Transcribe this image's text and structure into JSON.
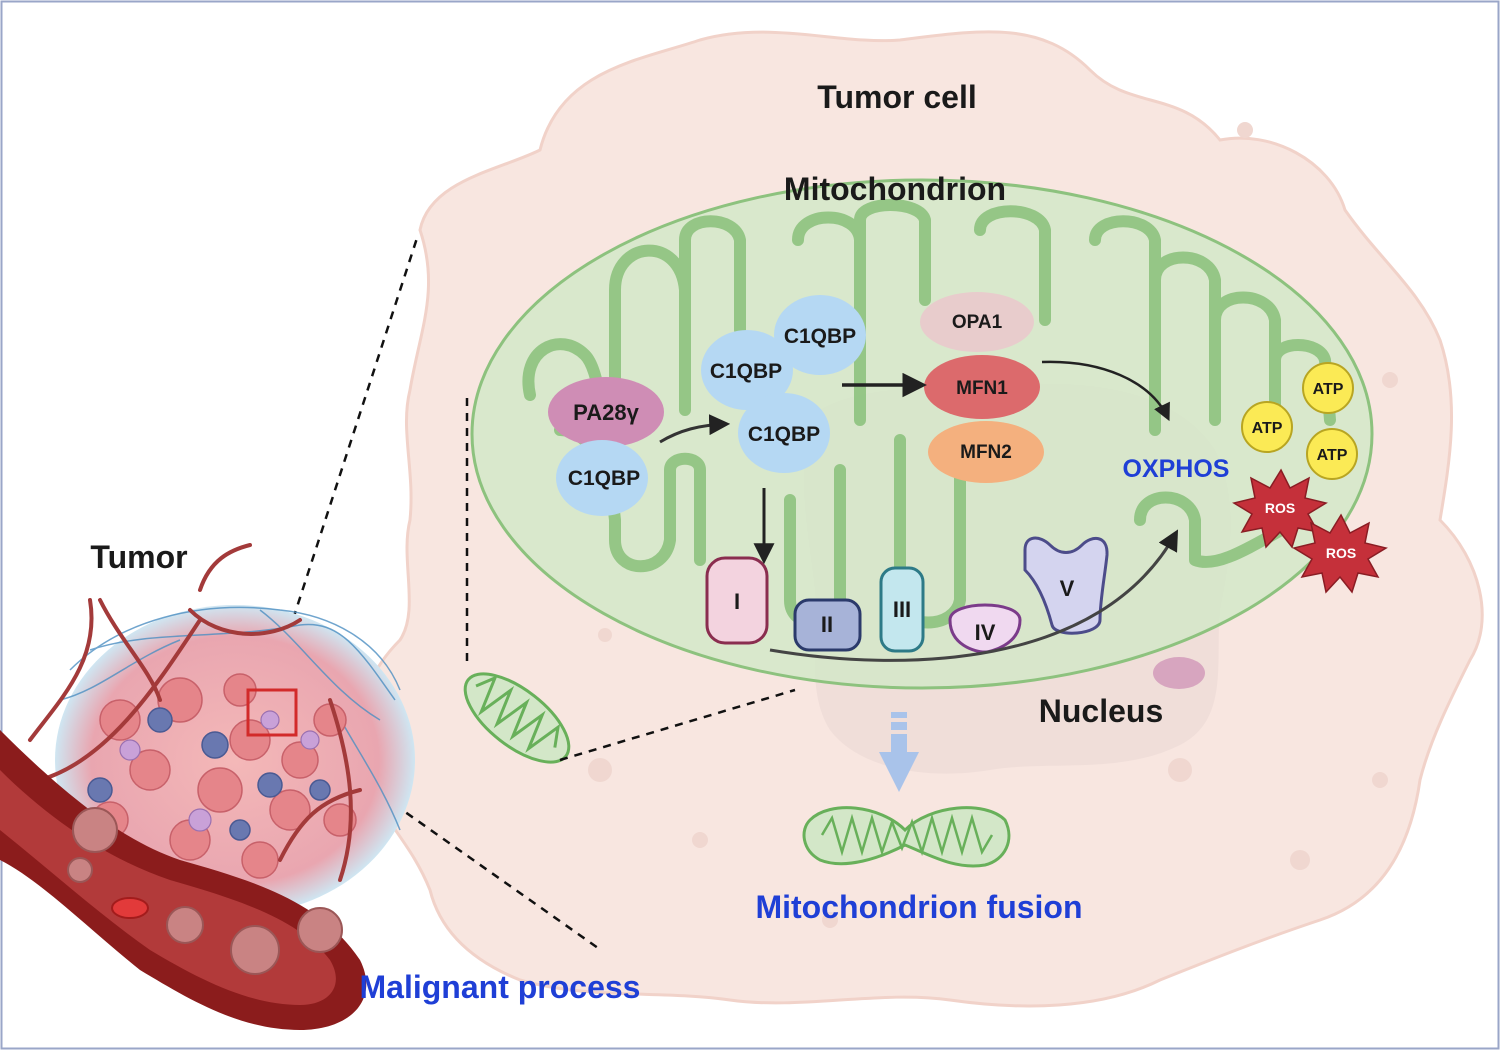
{
  "labels": {
    "tumor_cell": "Tumor cell",
    "mitochondrion": "Mitochondrion",
    "tumor": "Tumor",
    "nucleus": "Nucleus",
    "oxphos": "OXPHOS",
    "fusion": "Mitochondrion fusion",
    "malignant": "Malignant process"
  },
  "proteins": {
    "pa28": "PA28γ",
    "c1qbp_bound": "C1QBP",
    "c1qbp_a": "C1QBP",
    "c1qbp_b": "C1QBP",
    "c1qbp_c": "C1QBP",
    "opa1": "OPA1",
    "mfn1": "MFN1",
    "mfn2": "MFN2"
  },
  "complexes": {
    "c1": "I",
    "c2": "II",
    "c3": "III",
    "c4": "IV",
    "c5": "V"
  },
  "atp": {
    "a1": "ATP",
    "a2": "ATP",
    "a3": "ATP"
  },
  "ros": {
    "r1": "ROS",
    "r2": "ROS"
  },
  "colors": {
    "cell": "#f8e6e0",
    "mito_fill": "#d3e7c8",
    "mito_stroke": "#8dc27e",
    "c1qbp": "#b5d8f3",
    "pa28": "#cf8db5",
    "opa1": "#e8cccc",
    "mfn1": "#dc6a6c",
    "mfn2": "#f4b07e",
    "atp": "#fbea55",
    "ros": "#c5303a",
    "label_blue": "#1f3fd6"
  }
}
